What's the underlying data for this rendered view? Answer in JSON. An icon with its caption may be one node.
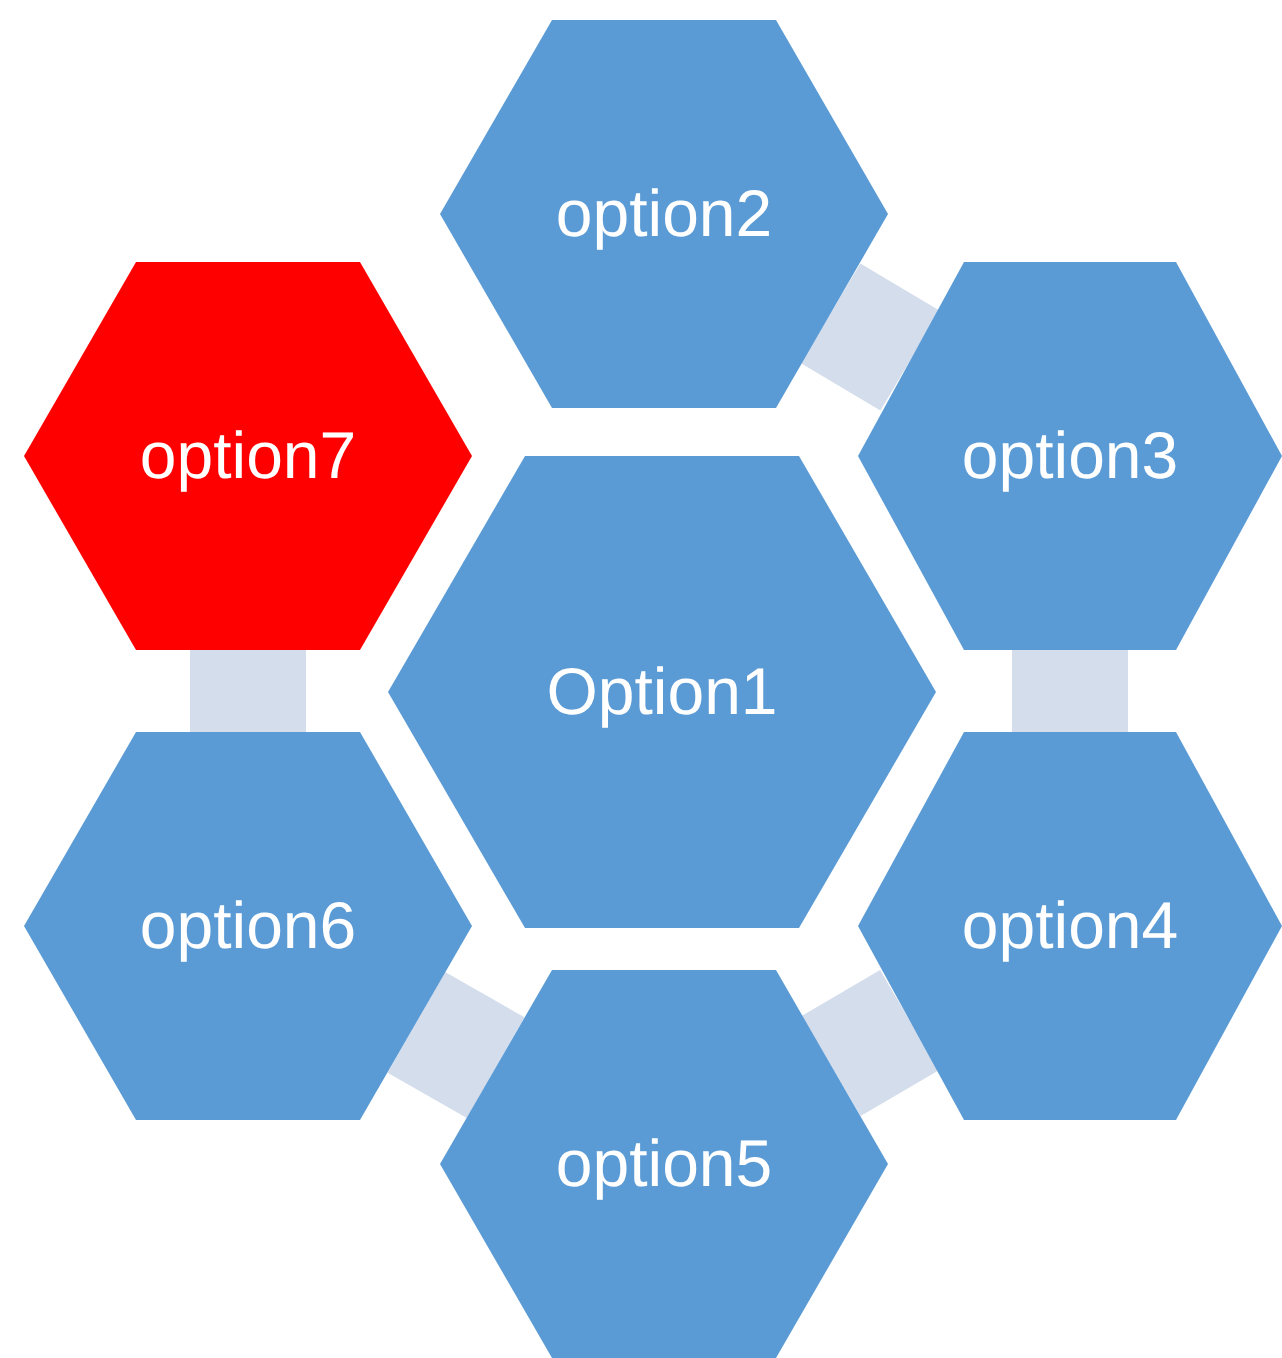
{
  "diagram": {
    "nodes": [
      {
        "text": [
          "Option1"
        ]
      },
      {
        "text": [
          "option2"
        ]
      },
      {
        "text": [
          "option3"
        ]
      },
      {
        "text": [
          "option4"
        ]
      },
      {
        "text": [
          "option5"
        ]
      },
      {
        "text": [
          "option6"
        ]
      },
      {
        "text": [
          "option7"
        ]
      }
    ],
    "edges": [
      {
        "from": 1,
        "to": 2,
        "arrow": "none"
      },
      {
        "from": 2,
        "to": 3,
        "arrow": "none"
      },
      {
        "from": 3,
        "to": 4,
        "arrow": "none"
      },
      {
        "from": 4,
        "to": 5,
        "arrow": "none"
      },
      {
        "from": 5,
        "to": 6,
        "arrow": "none"
      }
    ]
  }
}
